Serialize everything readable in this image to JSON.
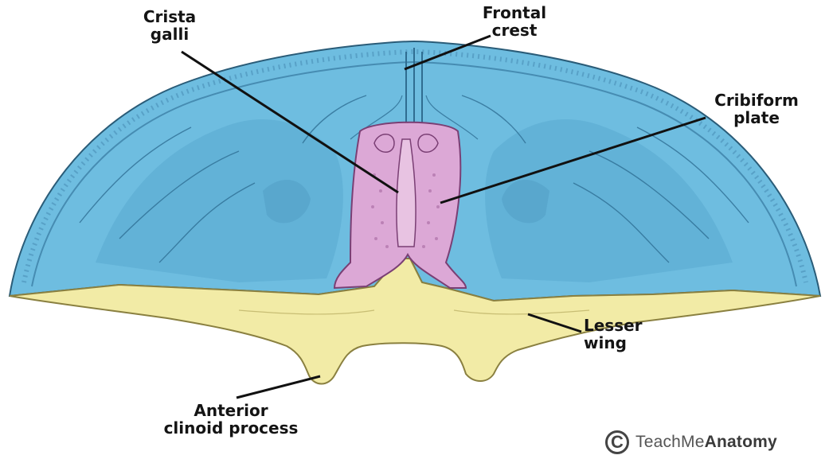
{
  "labels": {
    "crista_galli": [
      "Crista",
      "galli"
    ],
    "frontal_crest": [
      "Frontal",
      "crest"
    ],
    "cribriform_plate": [
      "Cribiform",
      "plate"
    ],
    "lesser_wing": [
      "Lesser",
      "wing"
    ],
    "anterior_clinoid": [
      "Anterior",
      "clinoid process"
    ]
  },
  "watermark": {
    "symbol": "C",
    "brand_regular": "TeachMe",
    "brand_bold": "Anatomy"
  },
  "colors": {
    "frontal_bone": "#6ebde0",
    "ethmoid_bone": "#dca8d6",
    "sphenoid_bone": "#f2eba6",
    "leader_line": "#111111"
  }
}
